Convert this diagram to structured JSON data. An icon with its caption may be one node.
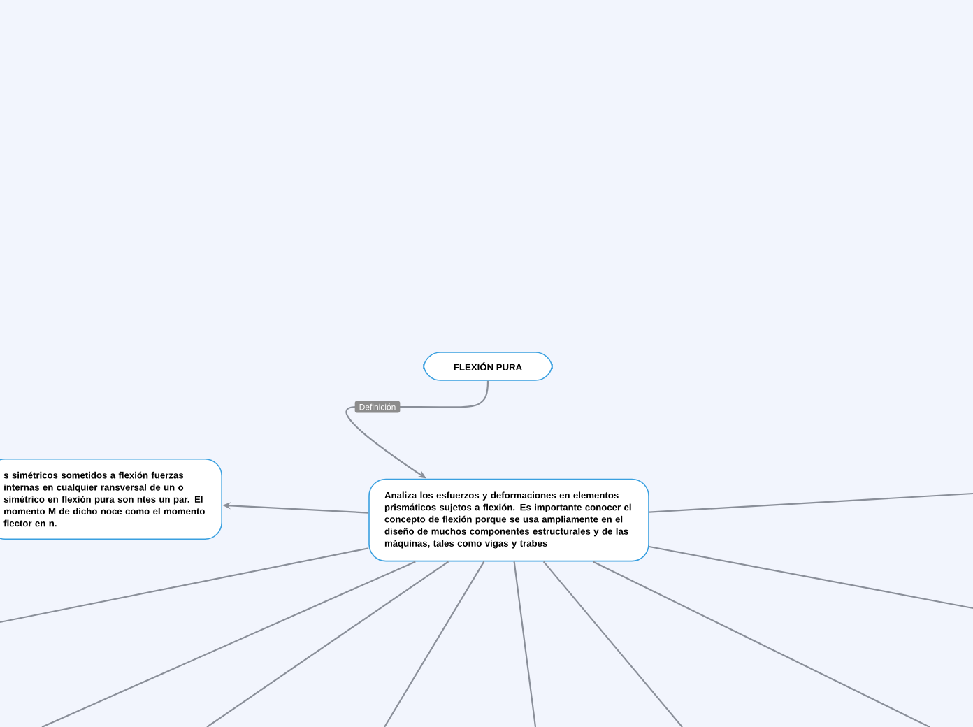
{
  "diagram": {
    "nodes": [
      {
        "text": [
          "FLEXIÓN PURA"
        ]
      },
      {
        "text": [
          "Analiza los esfuerzos y deformaciones en elementos prismáticos sujetos a flexión. Es importante conocer el concepto de flexión porque se usa ampliamente en el diseño de muchos componentes  estructurales y de las máquinas, tales como vigas y trabes"
        ]
      },
      {
        "text": [
          "s simétricos sometidos a flexión fuerzas internas en cualquier ransversal de un o simétrico en flexión pura son ntes un par. El momento M de dicho noce como el momento flector en n."
        ]
      }
    ],
    "edges": [
      {
        "from": 0,
        "to": 1,
        "arrow": "to",
        "label": "Definición"
      },
      {
        "from": 1,
        "to": 2,
        "arrow": "to"
      },
      {
        "from": 1,
        "to": null,
        "arrow": "none"
      },
      {
        "from": 1,
        "to": null,
        "arrow": "none"
      },
      {
        "from": 1,
        "to": null,
        "arrow": "none"
      },
      {
        "from": 1,
        "to": null,
        "arrow": "none"
      },
      {
        "from": 1,
        "to": null,
        "arrow": "none"
      },
      {
        "from": 1,
        "to": null,
        "arrow": "none"
      },
      {
        "from": 1,
        "to": null,
        "arrow": "none"
      },
      {
        "from": 1,
        "to": null,
        "arrow": "none"
      },
      {
        "from": 1,
        "to": null,
        "arrow": "none"
      }
    ]
  }
}
